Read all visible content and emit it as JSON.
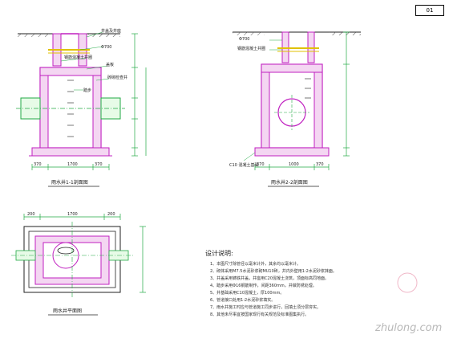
{
  "title_block": {
    "code": "01"
  },
  "view1": {
    "title": "雨水井1-1剖面图",
    "labels": {
      "ground_line": "井盖及井座",
      "dia": "Φ700",
      "rebar": "钢筋混凝土井圈",
      "cover": "盖板",
      "wall": "砖砌检查井",
      "ladder": "踏步"
    },
    "dims_bottom": [
      "370",
      "1700",
      "370"
    ]
  },
  "view2": {
    "title": "雨水井2-2剖面图",
    "labels": {
      "dia": "Φ700",
      "rebar": "钢筋混凝土井圈",
      "base": "C10 混凝土基础"
    },
    "dims_bottom": [
      "370",
      "1000",
      "370"
    ]
  },
  "view3": {
    "title": "雨水井平面图",
    "dims_top": [
      "200",
      "1700",
      "200"
    ]
  },
  "notes": {
    "heading": "设计说明:",
    "lines": [
      "1、本图尺寸除管径以毫米计外，其余均以毫米计。",
      "2、砌体采用M7.5水泥砂浆砌MU10砖，井内外壁用1:2水泥砂浆抹面。",
      "3、井盖采用铸铁井盖，井座用C20混凝土浇筑，顶面标高同地面。",
      "4、踏步采用Φ16钢筋制作，间距360mm，并做防锈处理。",
      "5、井基础采用C10混凝土，厚100mm。",
      "6、管道接口处用1:2水泥砂浆填实。",
      "7、雨水井施工时应与管道施工同步进行，回填土须分层夯实。",
      "8、其他未尽事宜按国家现行有关规范及标准图集执行。"
    ]
  },
  "watermark": "zhulong.com"
}
